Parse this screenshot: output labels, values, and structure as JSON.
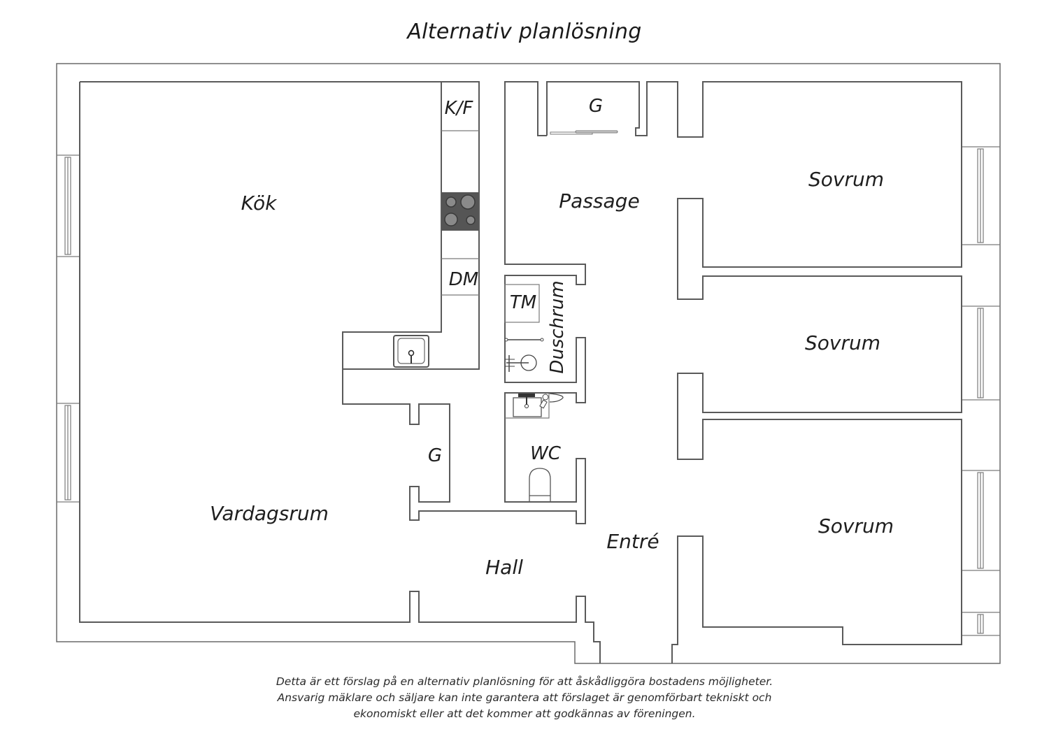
{
  "title": "Alternativ planlösning",
  "rooms": {
    "kok": "Kök",
    "kf": "K/F",
    "dm": "DM",
    "vardagsrum": "Vardagsrum",
    "g_hall": "G",
    "g_passage": "G",
    "passage": "Passage",
    "tm": "TM",
    "duschrum": "Duschrum",
    "wc": "WC",
    "hall": "Hall",
    "entre": "Entré",
    "sovrum_1": "Sovrum",
    "sovrum_2": "Sovrum",
    "sovrum_3": "Sovrum"
  },
  "fixtures": {
    "stove": "stove-icon",
    "kitchen_sink": "sink-icon",
    "shower": "shower-icon",
    "washbasin": "washbasin-icon",
    "toilet": "toilet-icon",
    "sliding_door": "sliding-door-icon",
    "window": "window-icon"
  },
  "colors": {
    "wall": "#5a5a5a",
    "stove": "#555555",
    "text": "#1e1e1e"
  },
  "disclaimer": {
    "line1": "Detta är ett förslag på en alternativ planlösning för att åskådliggöra bostadens möjligheter.",
    "line2": "Ansvarig mäklare och säljare kan inte garantera att förslaget är genomförbart tekniskt och",
    "line3": "ekonomiskt eller att det kommer att godkännas av föreningen."
  }
}
